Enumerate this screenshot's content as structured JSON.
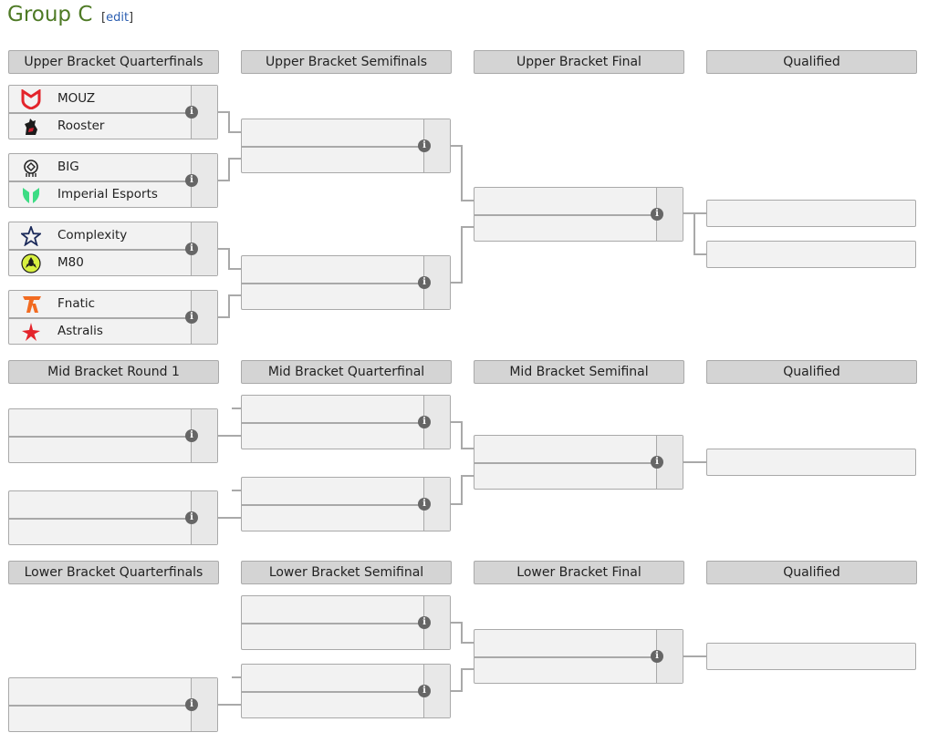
{
  "page": {
    "title": "Group C",
    "edit_label": "edit"
  },
  "upper": {
    "headers": [
      "Upper Bracket Quarterfinals",
      "Upper Bracket Semifinals",
      "Upper Bracket Final",
      "Qualified"
    ],
    "teams": [
      "MOUZ",
      "Rooster",
      "BIG",
      "Imperial Esports",
      "Complexity",
      "M80",
      "Fnatic",
      "Astralis"
    ]
  },
  "mid": {
    "headers": [
      "Mid Bracket Round 1",
      "Mid Bracket Quarterfinal",
      "Mid Bracket Semifinal",
      "Qualified"
    ]
  },
  "lower": {
    "headers": [
      "Lower Bracket Quarterfinals",
      "Lower Bracket Semifinal",
      "Lower Bracket Final",
      "Qualified"
    ]
  },
  "info_glyph": "i",
  "colors": {
    "title": "#4e7a25",
    "link": "#2a5db0",
    "header_bg": "#d4d4d4",
    "border": "#a9a9a9"
  }
}
